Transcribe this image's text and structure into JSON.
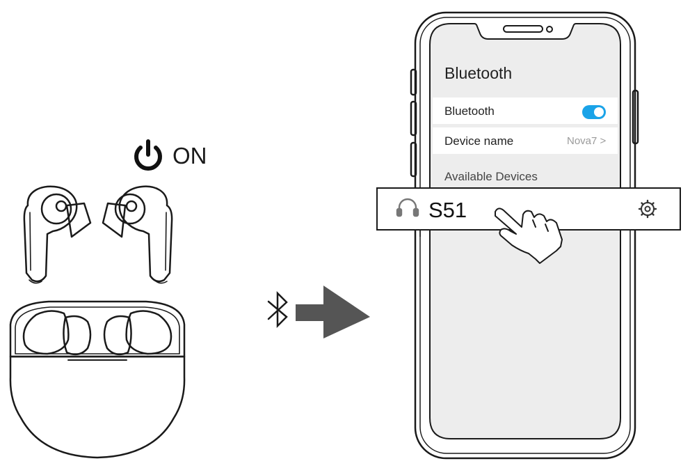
{
  "power": {
    "label": "ON",
    "icon": "power-icon"
  },
  "transfer": {
    "bluetooth_icon": "bluetooth-icon",
    "arrow_icon": "arrow-right-icon"
  },
  "phone": {
    "screen_title": "Bluetooth",
    "rows": [
      {
        "label": "Bluetooth",
        "toggle_state": "on"
      },
      {
        "label": "Device name",
        "value": "Nova7 >"
      }
    ],
    "available_label": "Available Devices",
    "device": {
      "name": "S51",
      "icon": "headphones-icon",
      "settings_icon": "gear-icon"
    }
  },
  "colors": {
    "toggle_on": "#1aa3e8",
    "arrow": "#555555",
    "screen_bg": "#ededed",
    "line": "#1a1a1a"
  }
}
